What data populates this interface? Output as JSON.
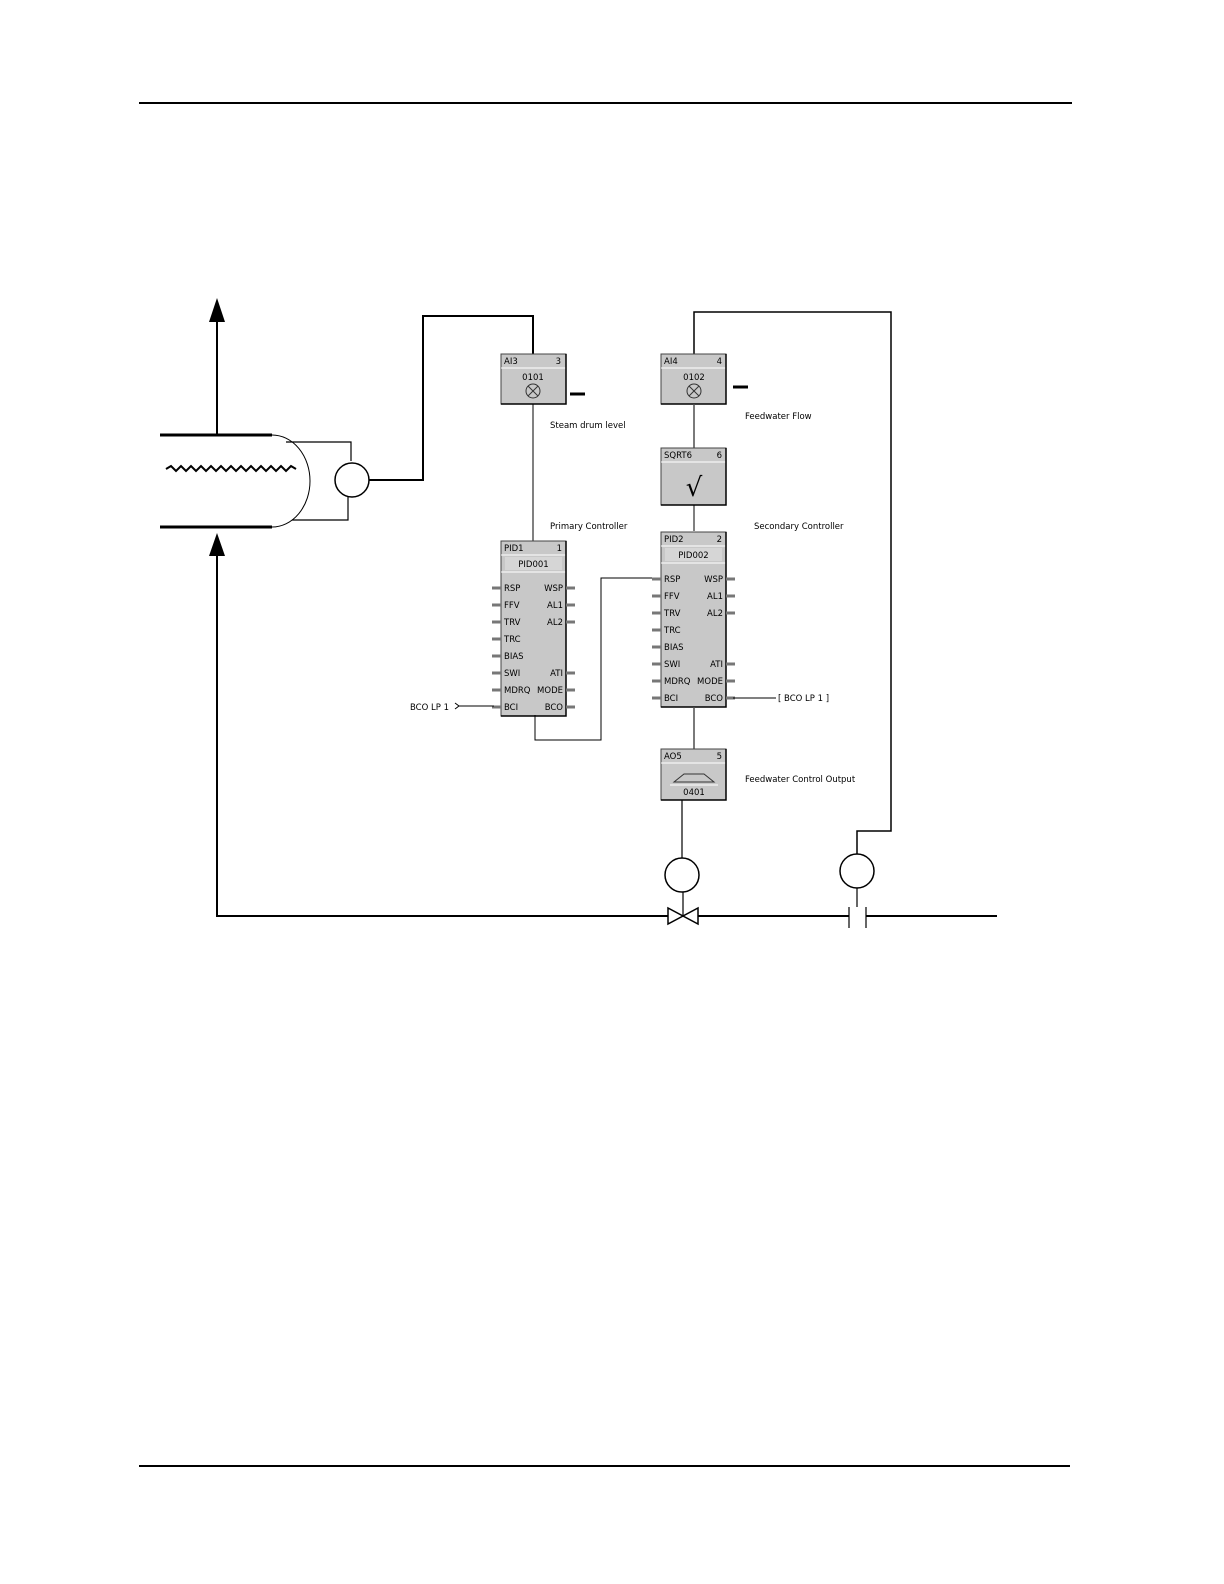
{
  "labels": {
    "steam_drum_level": "Steam drum level",
    "primary_controller": "Primary Controller",
    "feedwater_flow": "Feedwater Flow",
    "secondary_controller": "Secondary Controller",
    "feedwater_control_output": "Feedwater Control Output",
    "bco_in": "BCO LP 1",
    "bco_out": "[ BCO LP 1 ]"
  },
  "blocks": {
    "ai3": {
      "name": "AI3",
      "num": "3",
      "tag": "0101"
    },
    "ai4": {
      "name": "AI4",
      "num": "4",
      "tag": "0102"
    },
    "sqrt6": {
      "name": "SQRT6",
      "num": "6",
      "symbol": "√"
    },
    "pid1": {
      "name": "PID1",
      "num": "1",
      "tag": "PID001",
      "left_pins": [
        "RSP",
        "FFV",
        "TRV",
        "TRC",
        "BIAS",
        "SWI",
        "MDRQ",
        "BCI"
      ],
      "right_pins": [
        "WSP",
        "AL1",
        "AL2",
        "",
        "",
        "ATI",
        "MODE",
        "BCO"
      ]
    },
    "pid2": {
      "name": "PID2",
      "num": "2",
      "tag": "PID002",
      "left_pins": [
        "RSP",
        "FFV",
        "TRV",
        "TRC",
        "BIAS",
        "SWI",
        "MDRQ",
        "BCI"
      ],
      "right_pins": [
        "WSP",
        "AL1",
        "AL2",
        "",
        "",
        "ATI",
        "MODE",
        "BCO"
      ]
    },
    "ao5": {
      "name": "AO5",
      "num": "5",
      "tag": "0401"
    }
  }
}
